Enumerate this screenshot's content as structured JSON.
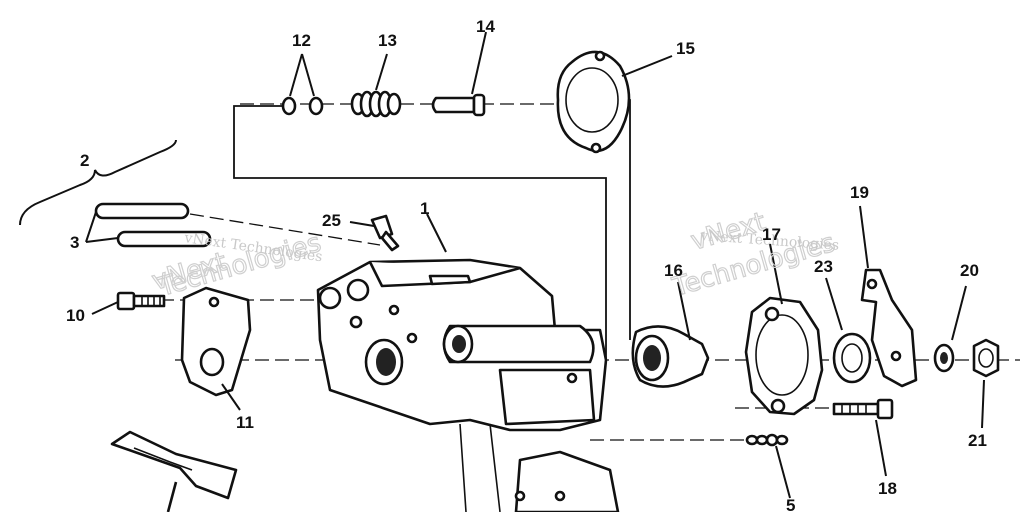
{
  "callouts": {
    "c1": "1",
    "c2": "2",
    "c3": "3",
    "c5": "5",
    "c10": "10",
    "c11": "11",
    "c12": "12",
    "c13": "13",
    "c14": "14",
    "c15": "15",
    "c16": "16",
    "c17": "17",
    "c18": "18",
    "c19": "19",
    "c20": "20",
    "c21": "21",
    "c23": "23",
    "c25": "25"
  },
  "watermark": {
    "line_a": "vNext Technologies",
    "line_b": "vNext Technologies",
    "big_a": "vNext",
    "big_b": "Technologies",
    "big_c": "vNext",
    "big_d": "Technologies"
  }
}
